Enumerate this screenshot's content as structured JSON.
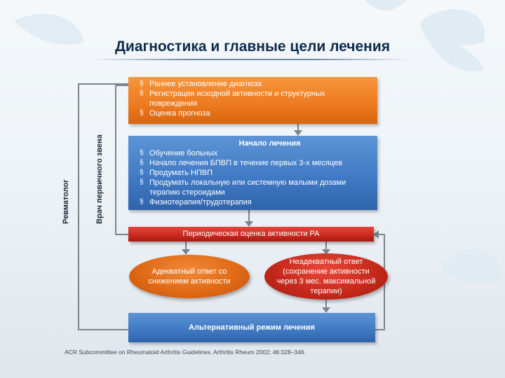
{
  "title": "Диагностика и главные цели лечения",
  "side_labels": {
    "outer": "Ревматолог",
    "inner": "Врач первичного звена"
  },
  "diagnosis_box": {
    "items": [
      "Раннее установление диагноза",
      "Регистрация исходной активности и структурных повреждения",
      "Оценка прогноза"
    ]
  },
  "treatment_box": {
    "heading": "Начало лечения",
    "items": [
      "Обучение больных",
      "Начало лечения БПВП в течение первых 3-х месяцев",
      "Продумать НПВП",
      "Продумать локальную или системную малыми дозами терапию стероидами",
      "Физиотерапия/трудотерапия"
    ]
  },
  "assessment_bar": "Периодическая оценка активности РА",
  "adequate": "Адекватный ответ со снижением активности",
  "inadequate": "Неадекватный ответ (сохранение активности через 3 мес. максимальной терапии)",
  "alternative_bar": "Альтернативный режим лечения",
  "citation": "ACR Subcommittee on Rheumatoid Arthritis Guidelines. Arthritis Rheum 2002; 46:328–346.",
  "colors": {
    "orange": "#ec7a1f",
    "blue": "#3f78c2",
    "red": "#c8281e",
    "connector": "#7a8590"
  }
}
